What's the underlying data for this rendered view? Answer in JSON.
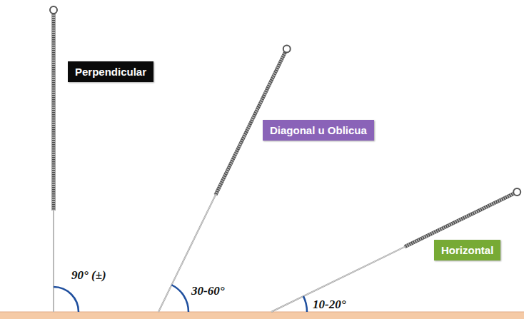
{
  "diagram": {
    "nodes": [
      {
        "text": [
          "Perpendicular"
        ]
      },
      {
        "text": [
          "Diagonal u Oblicua"
        ]
      },
      {
        "text": [
          "Horizontal"
        ]
      }
    ],
    "labels": [
      "90° (±)",
      "30-60°",
      "10-20°"
    ]
  }
}
